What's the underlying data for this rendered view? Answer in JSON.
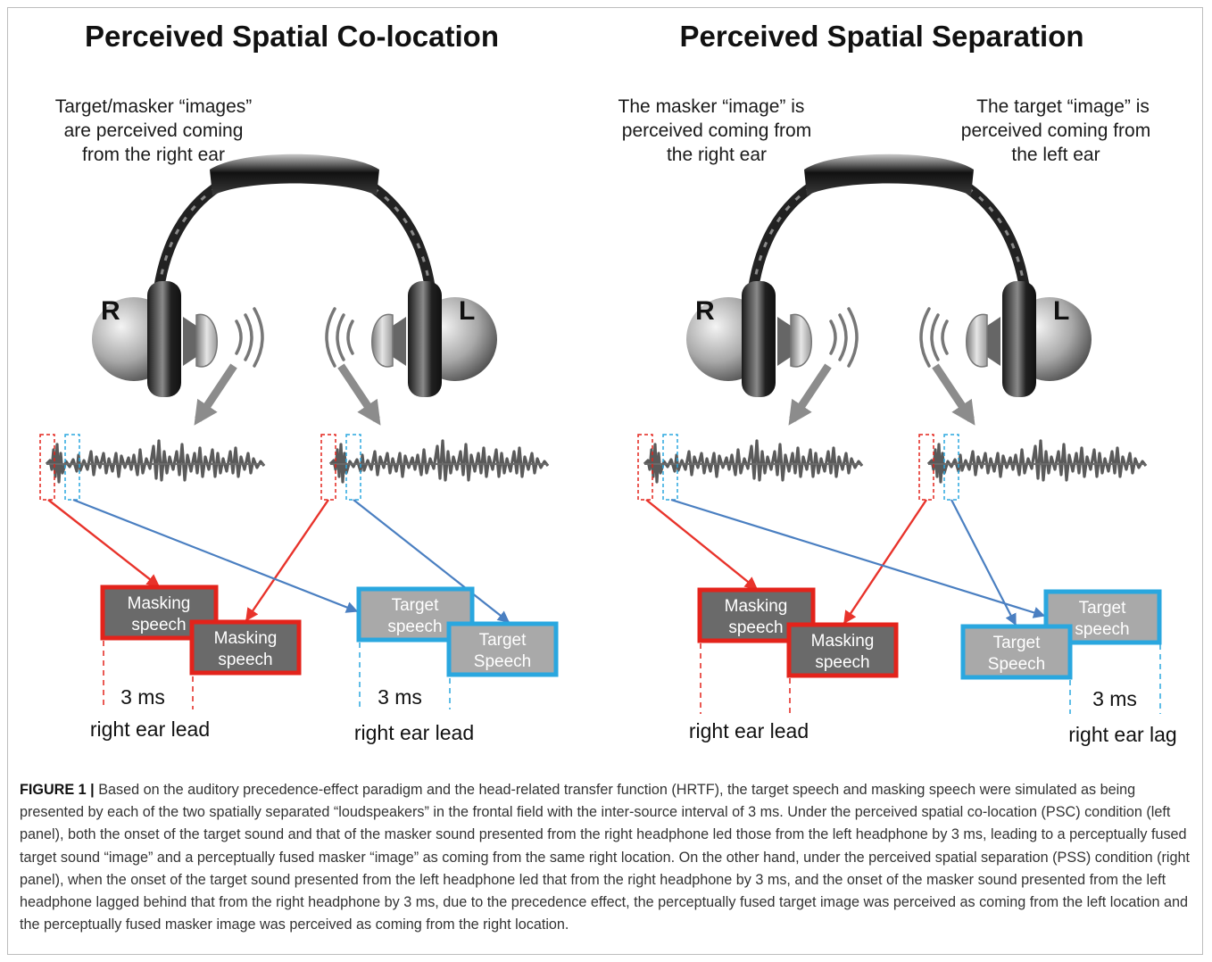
{
  "panels": {
    "left": {
      "title": "Perceived Spatial Co-location",
      "note_lines": [
        "Target/masker “images”",
        "are perceived coming",
        "from the right ear"
      ],
      "ear_right": "R",
      "ear_left": "L",
      "box_red_1": [
        "Masking",
        "speech"
      ],
      "box_red_2": [
        "Masking",
        "speech"
      ],
      "box_blue_1": [
        "Target",
        "speech"
      ],
      "box_blue_2": [
        "Target",
        "Speech"
      ],
      "ms_red": "3 ms",
      "ms_blue": "3 ms",
      "label_red": "right ear lead",
      "label_blue": "right ear lead"
    },
    "right": {
      "title": "Perceived Spatial Separation",
      "note_left_lines": [
        "The masker “image” is",
        "perceived coming from",
        "the right ear"
      ],
      "note_right_lines": [
        "The target “image” is",
        "perceived coming from",
        "the left ear"
      ],
      "ear_right": "R",
      "ear_left": "L",
      "box_red_1": [
        "Masking",
        "speech"
      ],
      "box_red_2": [
        "Masking",
        "speech"
      ],
      "box_blue_1": [
        "Target",
        "speech"
      ],
      "box_blue_2": [
        "Target",
        "Speech"
      ],
      "ms_blue": "3 ms",
      "label_red": "right ear lead",
      "label_blue": "right ear lag"
    }
  },
  "caption": {
    "label": "FIGURE 1 |",
    "text": "Based on the auditory precedence-effect paradigm and the head-related transfer function (HRTF), the target speech and masking speech were simulated as being presented by each of the two spatially separated “loudspeakers” in the frontal field with the inter-source interval of 3 ms. Under the perceived spatial co-location (PSC) condition (left panel), both the onset of the target sound and that of the masker sound presented from the right headphone led those from the left headphone by 3 ms, leading to a perceptually fused target sound “image” and a perceptually fused masker “image” as coming from the same right location. On the other hand, under the perceived spatial separation (PSS) condition (right panel), when the onset of the target sound presented from the left headphone led that from the right headphone by 3 ms, and the onset of the masker sound presented from the left headphone lagged behind that from the right headphone by 3 ms, due to the precedence effect, the perceptually fused target image was perceived as coming from the left location and the perceptually fused masker image was perceived as coming from the right location."
  },
  "colors": {
    "red": "#e3231b",
    "blue": "#2aa7df",
    "red_line": "#e8332b",
    "blue_line": "#4a7fc1",
    "arrow_gray": "#8c8c8c",
    "box_fill_dark": "#6a6a6a",
    "box_fill_light": "#a9a9a9"
  },
  "icons": [
    "headphones-icon",
    "speaker-cone-icon",
    "sound-waves-icon",
    "waveform-icon"
  ]
}
